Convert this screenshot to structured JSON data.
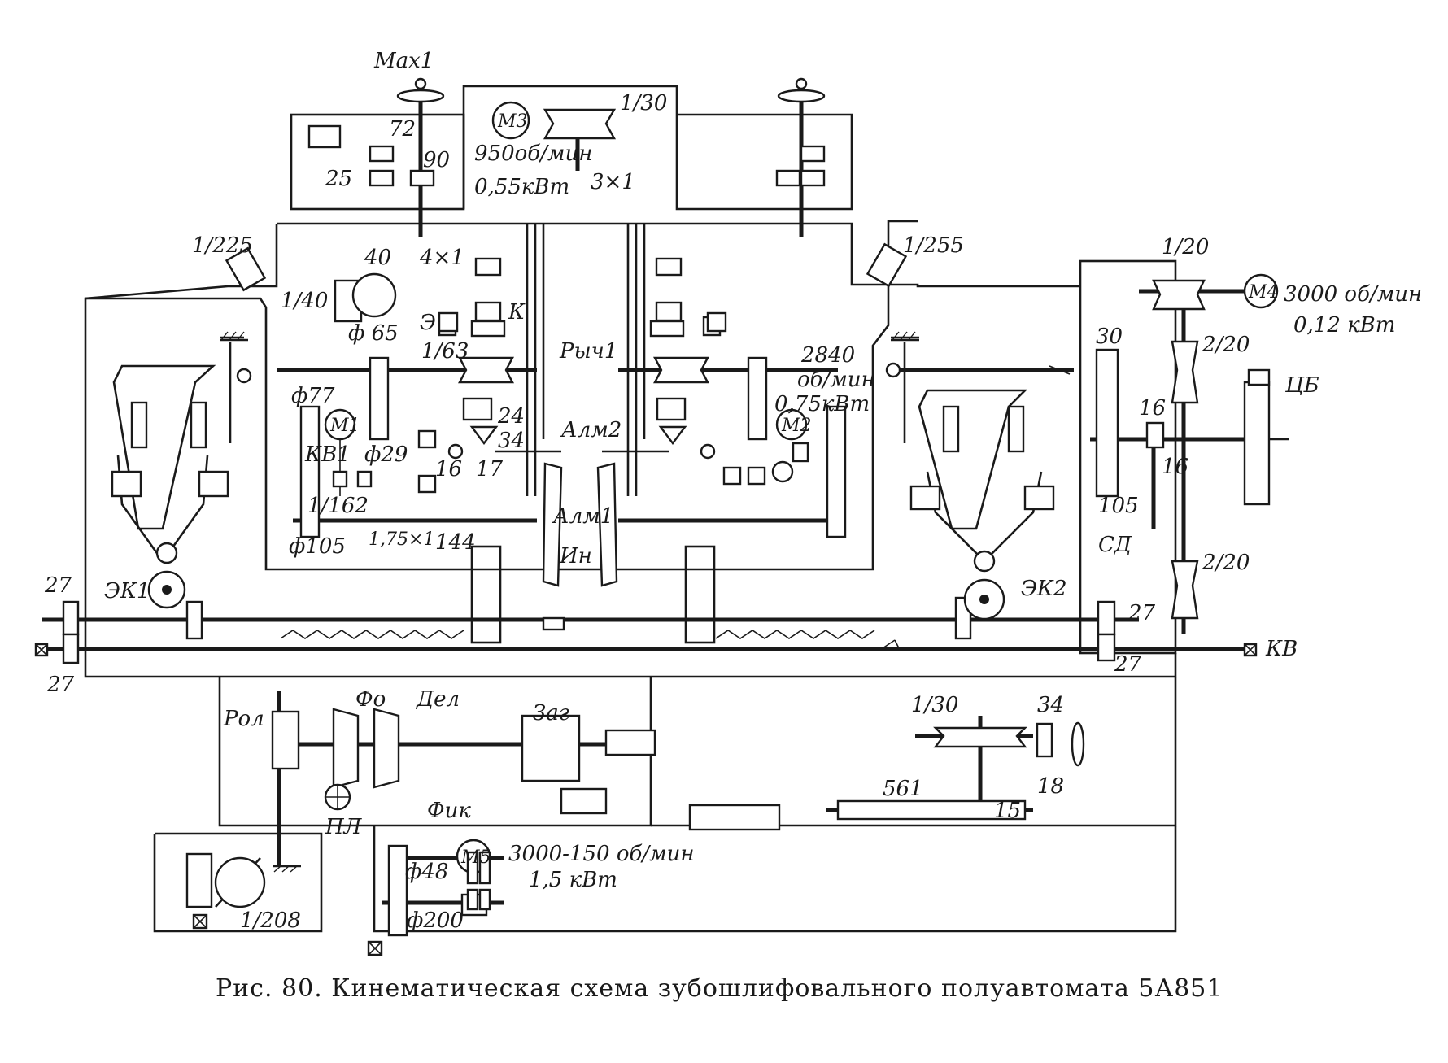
{
  "caption": "Рис. 80. Кинематическая схема зубошлифовального полуавтомата 5А851",
  "labels": {
    "max1": "Мах1",
    "ratio_1_30_top": "1/30",
    "m3": "М3",
    "m3_speed": "950об/мин",
    "m3_power": "0,55кВт",
    "r_3x1": "3×1",
    "n72": "72",
    "n90": "90",
    "n25": "25",
    "r_1_225": "1/225",
    "r_1_255": "1/255",
    "n40": "40",
    "r_4x1": "4×1",
    "r_1_40": "1/40",
    "d65": "ф 65",
    "e_lbl": "Э",
    "k_lbl": "К",
    "r_1_63": "1/63",
    "rych1": "Рыч1",
    "d77": "ф77",
    "m1": "М1",
    "kv1": "КВ1",
    "d29": "ф29",
    "n24": "24",
    "n34_mid": "34",
    "n17": "17",
    "n16_left": "16",
    "r_1_162": "1/162",
    "alm2": "Алм2",
    "alm1": "Алм1",
    "in_lbl": "Ин",
    "d105": "ф105",
    "r_175x1": "1,75×1",
    "n144": "144",
    "m2": "М2",
    "m2_speed1": "2840",
    "m2_speed2": "об/мин",
    "m2_power": "0,75кВт",
    "r_1_20_top": "1/20",
    "m4": "М4",
    "m4_speed": "3000 об/мин",
    "m4_power": "0,12 кВт",
    "n30": "30",
    "r_2_20_a": "2/20",
    "tsb": "ЦБ",
    "n16_r1": "16",
    "n16_r2": "16",
    "n105_r": "105",
    "sd": "СД",
    "r_2_20_b": "2/20",
    "ek1": "ЭК1",
    "ek2": "ЭК2",
    "n27_tl": "27",
    "n27_bl": "27",
    "n27_r1": "27",
    "n27_r2": "27",
    "kv": "КВ",
    "rol": "Рол",
    "fo": "Фо",
    "del": "Дел",
    "zag": "Заг",
    "fik": "Фик",
    "pl": "ПЛ",
    "r_1_30_bot": "1/30",
    "n34_bot": "34",
    "n18": "18",
    "n561": "561",
    "n15": "15",
    "m5": "М5",
    "m5_speed": "3000-150 об/мин",
    "m5_power": "1,5 кВт",
    "d48": "ф48",
    "d200": "ф200",
    "r_1_208": "1/208"
  }
}
